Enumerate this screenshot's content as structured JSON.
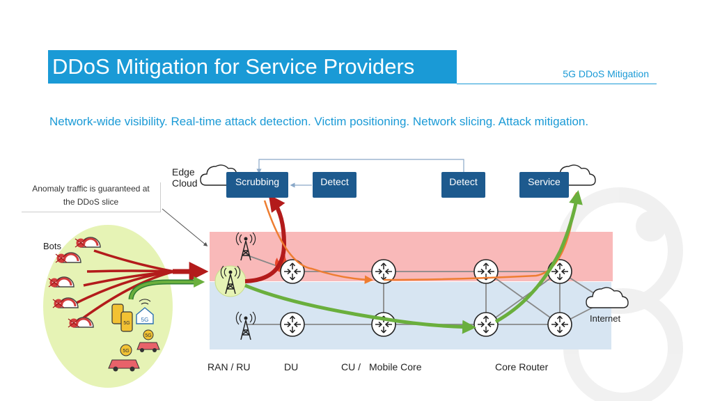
{
  "slide": {
    "title": "DDoS Mitigation for Service Providers",
    "section_label": "5G DDoS Mitigation",
    "tagline": "Network-wide visibility. Real-time attack detection. Victim positioning. Network slicing. Attack mitigation."
  },
  "diagram": {
    "edge_cloud_label_line1": "Edge",
    "edge_cloud_label_line2": "Cloud",
    "internet_label": "Internet",
    "bots_label": "Bots",
    "callout_line1": "Anomaly traffic is guaranteed at",
    "callout_line2": "the DDoS slice",
    "boxes": {
      "scrubbing": "Scrubbing",
      "detect_1": "Detect",
      "detect_2": "Detect",
      "service": "Service"
    },
    "stage_labels": {
      "ran": "RAN / RU",
      "du": "DU",
      "cu": "CU /",
      "mobile_core": "Mobile Core",
      "core_router": "Core Router"
    },
    "badge_text": "5G",
    "colors": {
      "accent": "#1a9ad6",
      "box": "#1d5a8e",
      "ddos_slice": "#f9b9b9",
      "normal_slice": "#d7e5f2",
      "attack_flow": "#b31b1b",
      "scrub_flow": "#ee7d31",
      "clean_flow": "#6aaf3d",
      "device_zone": "#e6f3b5"
    }
  }
}
